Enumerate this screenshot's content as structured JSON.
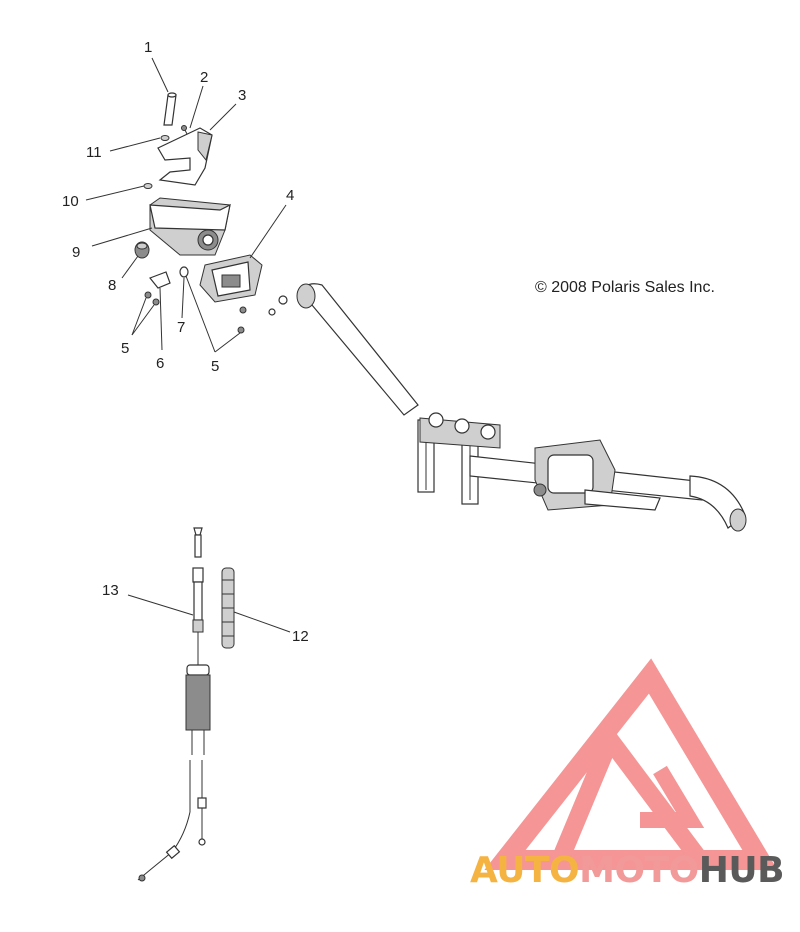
{
  "diagram": {
    "copyright": "© 2008 Polaris Sales Inc.",
    "callouts": [
      "1",
      "2",
      "3",
      "4",
      "5",
      "5",
      "6",
      "7",
      "8",
      "9",
      "10",
      "11",
      "12",
      "13"
    ]
  },
  "watermark": {
    "part1": "AUTO",
    "part2": "MOTO",
    "part3": "HUB",
    "colors": {
      "orange": "#f5a623",
      "pink": "#f08a8a",
      "gray": "#555555",
      "triangle": "#f26f6f"
    }
  }
}
